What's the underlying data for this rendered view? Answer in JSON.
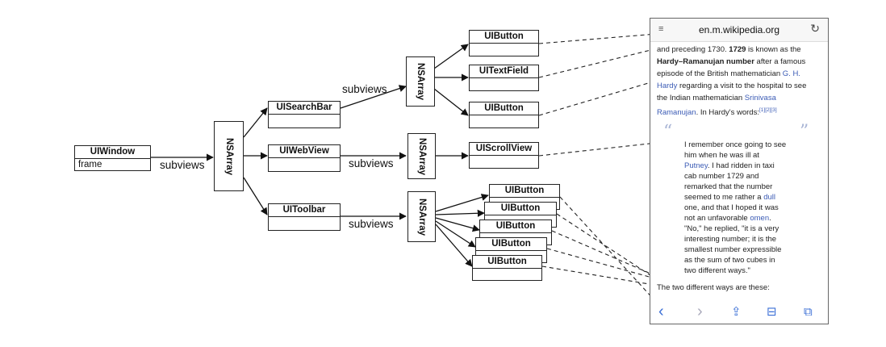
{
  "diagram": {
    "uiwindow": {
      "title": "UIWindow",
      "property": "frame"
    },
    "nsarray_label": "NSArray",
    "subviews_label": "subviews",
    "level1": [
      "UISearchBar",
      "UIWebView",
      "UIToolbar"
    ],
    "searchbar_children": [
      "UIButton",
      "UITextField",
      "UIButton"
    ],
    "webview_children": [
      "UIScrollView"
    ],
    "toolbar_children": [
      "UIButton",
      "UIButton",
      "UIButton",
      "UIButton",
      "UIButton"
    ]
  },
  "phone": {
    "url": "en.m.wikipedia.org",
    "reader_icon": "reader-icon",
    "reload_icon": "reload-icon",
    "para1": {
      "l1": "and preceding 1730. ",
      "l1b": "1729",
      "l1c": " is known as the",
      "l2b": "Hardy–Ramanujan number",
      "l2c": " after a famous",
      "l3": "episode of the British mathematician ",
      "l3link": "G. H.",
      "l4link": "Hardy",
      "l4": " regarding a visit to the hospital to see",
      "l5": "the Indian mathematician ",
      "l5link": "Srinivasa",
      "l6link": "Ramanujan",
      "l6": ". In Hardy's words:",
      "l6sup": "[1][2][3]"
    },
    "quote_open": "“",
    "quote_close": "”",
    "quote_lines": [
      "I remember once going to see",
      "him when he was ill at",
      "Putney. I had ridden in taxi",
      "cab number 1729 and",
      "remarked that the number",
      "seemed to me rather a dull",
      "one, and that I hoped it was",
      "not an unfavorable omen.",
      "\"No,\" he replied, \"it is a very",
      "interesting number; it is the",
      "smallest number expressible",
      "as the sum of two cubes in",
      "two different ways.\""
    ],
    "after_quote": "The two different ways are these:",
    "toolbar": {
      "back": "‹",
      "forward": "›",
      "share": "⇪",
      "bookmarks": "⊟",
      "tabs": "⧉"
    }
  }
}
